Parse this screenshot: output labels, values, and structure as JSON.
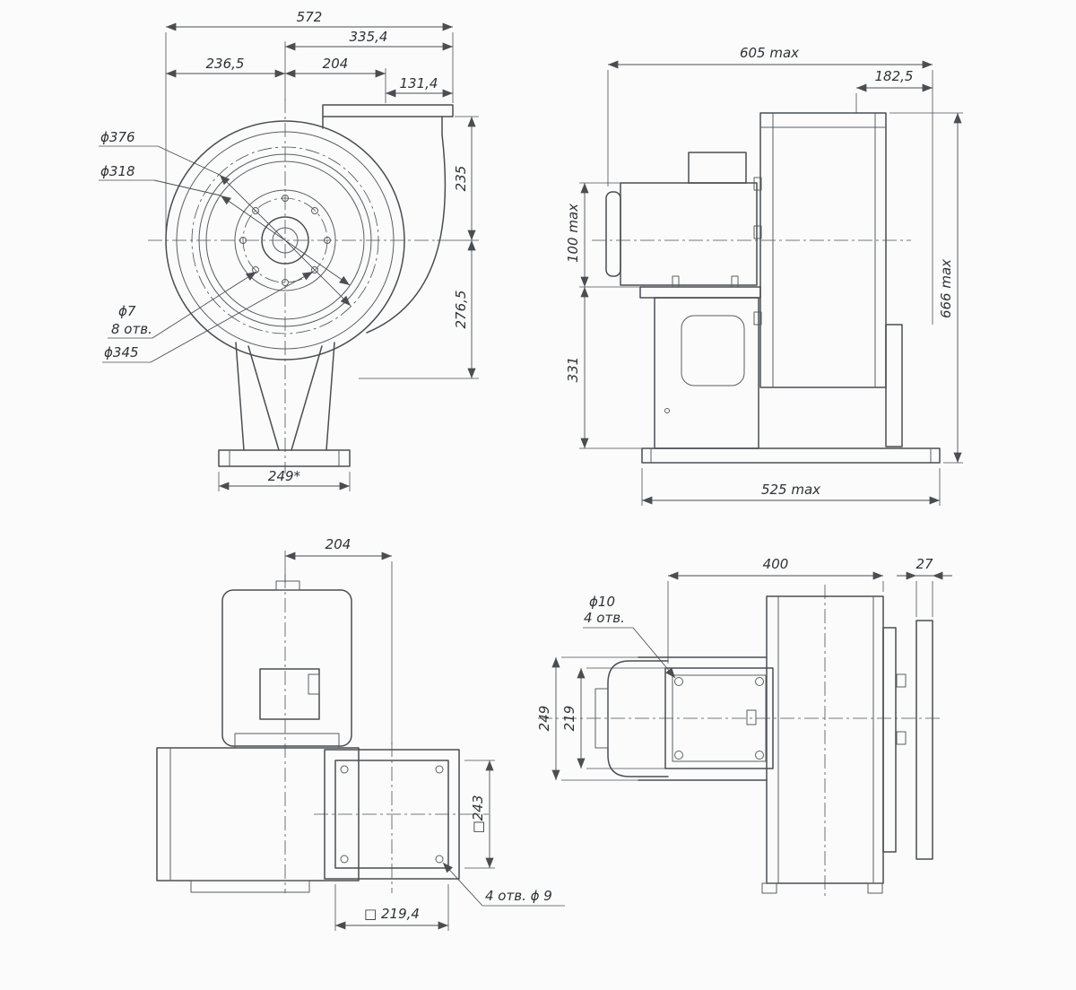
{
  "colors": {
    "line": "#4a4e52",
    "text": "#2e3236",
    "background": "#fbfbfb"
  },
  "drawing": {
    "front_view": {
      "dim_572": "572",
      "dim_335_4": "335,4",
      "dim_236_5": "236,5",
      "dim_204": "204",
      "dim_131_4": "131,4",
      "dim_235": "235",
      "dim_276_5": "276,5",
      "dim_249": "249*",
      "label_d376": "ϕ376",
      "label_d318": "ϕ318",
      "label_d7": "ϕ7",
      "label_8otv": "8 отв.",
      "label_d345": "ϕ345"
    },
    "side_view": {
      "dim_605": "605 max",
      "dim_182_5": "182,5",
      "dim_100": "100 max",
      "dim_331": "331",
      "dim_666": "666 max",
      "dim_525": "525 max"
    },
    "top_view": {
      "dim_204": "204",
      "dim_243": "□243",
      "dim_219_4": "□ 219,4",
      "label_4otv_d9": "4 отв. ϕ 9"
    },
    "rear_top_view": {
      "dim_400": "400",
      "dim_27": "27",
      "label_d10": "ϕ10",
      "label_4otv": "4 отв.",
      "dim_249": "249",
      "dim_219": "219"
    }
  }
}
